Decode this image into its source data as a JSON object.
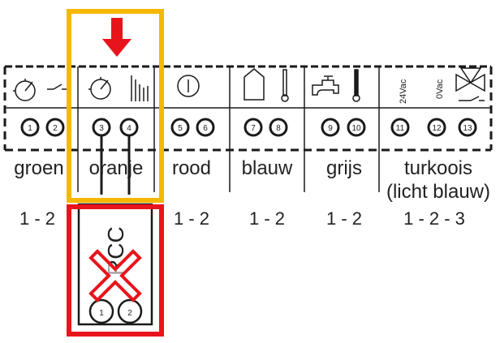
{
  "columns": [
    {
      "label": "groen",
      "terminals": [
        "1",
        "2"
      ],
      "pairs": "1 - 2"
    },
    {
      "label": "oranje",
      "terminals": [
        "3",
        "4"
      ],
      "pairs": ""
    },
    {
      "label": "rood",
      "terminals": [
        "5",
        "6"
      ],
      "pairs": "1 - 2"
    },
    {
      "label": "blauw",
      "terminals": [
        "7",
        "8"
      ],
      "pairs": "1 - 2"
    },
    {
      "label": "grijs",
      "terminals": [
        "9",
        "10"
      ],
      "pairs": "1 - 2"
    },
    {
      "label": "turkoois",
      "label2": "(licht blauw)",
      "terminals": [
        "11",
        "12",
        "13"
      ],
      "pairs": "1 - 2 - 3"
    }
  ],
  "voltage": {
    "v24": "24Vac",
    "v0": "0Vac"
  },
  "rcc": {
    "label": "RCC",
    "terminals": [
      "1",
      "2"
    ]
  },
  "colors": {
    "highlight": "#f5b800",
    "reject": "#e8141b",
    "line": "#1a1a1a"
  }
}
